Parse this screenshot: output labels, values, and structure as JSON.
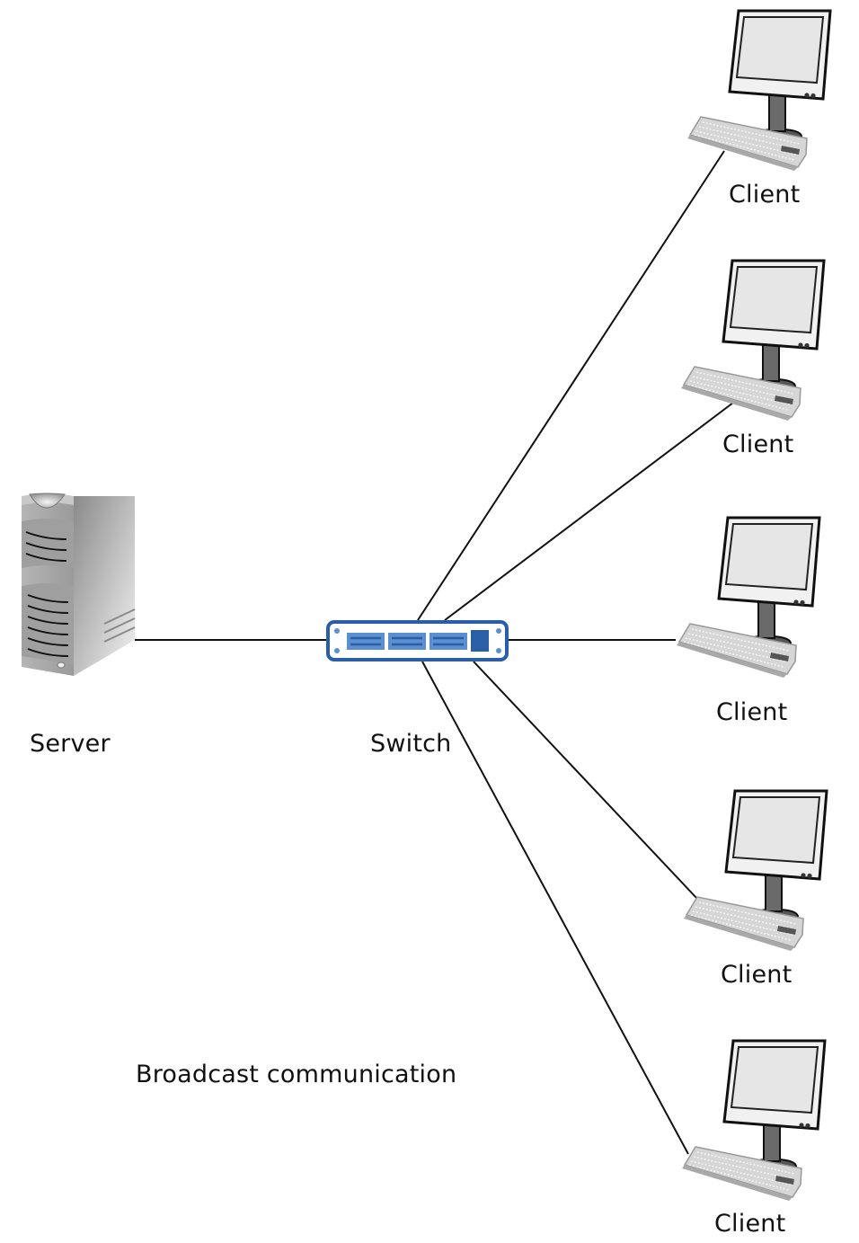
{
  "diagram": {
    "title": "Broadcast communication",
    "server": {
      "label": "Server"
    },
    "switch": {
      "label": "Switch",
      "color": "#2a5fa8",
      "port_color": "#5b8fd0"
    },
    "clients": [
      {
        "label": "Client"
      },
      {
        "label": "Client"
      },
      {
        "label": "Client"
      },
      {
        "label": "Client"
      },
      {
        "label": "Client"
      }
    ],
    "connections": [
      {
        "from": "Server",
        "to": "Switch"
      },
      {
        "from": "Switch",
        "to": "Client 1"
      },
      {
        "from": "Switch",
        "to": "Client 2"
      },
      {
        "from": "Switch",
        "to": "Client 3"
      },
      {
        "from": "Switch",
        "to": "Client 4"
      },
      {
        "from": "Switch",
        "to": "Client 5"
      }
    ]
  }
}
